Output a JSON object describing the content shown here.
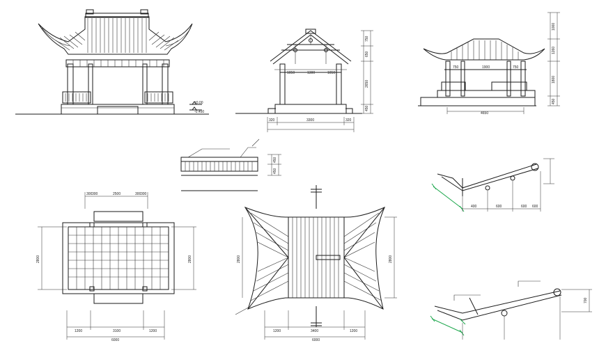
{
  "front_elevation": {
    "level_top": "±0.00",
    "level_bottom": "-0.450"
  },
  "section": {
    "dims_mid": [
      "1050",
      "1300",
      "1050"
    ],
    "dims_bottom": [
      "320",
      "3300",
      "320"
    ],
    "dims_right": [
      "750",
      "650",
      "2650",
      "450"
    ]
  },
  "side_elevation": {
    "dims_mid": [
      "750",
      "1900",
      "750"
    ],
    "dims_bottom": "4650",
    "dims_right": [
      "1000",
      "1260",
      "1800",
      "450"
    ]
  },
  "railing": {
    "dims_right": [
      "450",
      "450"
    ]
  },
  "plan": {
    "dims_top": [
      "300",
      "300",
      "2500",
      "300",
      "300"
    ],
    "dims_left": "2800",
    "dims_right": "2800",
    "dims_bottom": [
      "1200",
      "3100",
      "1200"
    ],
    "dims_total": "6000"
  },
  "roof_plan": {
    "dims_left": "2800",
    "dims_right": "2800",
    "dims_bottom": [
      "1200",
      "3400",
      "1200"
    ],
    "dims_total": "6000"
  },
  "detail_upper": {
    "dims_bottom": [
      "400",
      "600",
      "600",
      "600"
    ]
  },
  "detail_lower": {
    "dim_right": "700"
  }
}
